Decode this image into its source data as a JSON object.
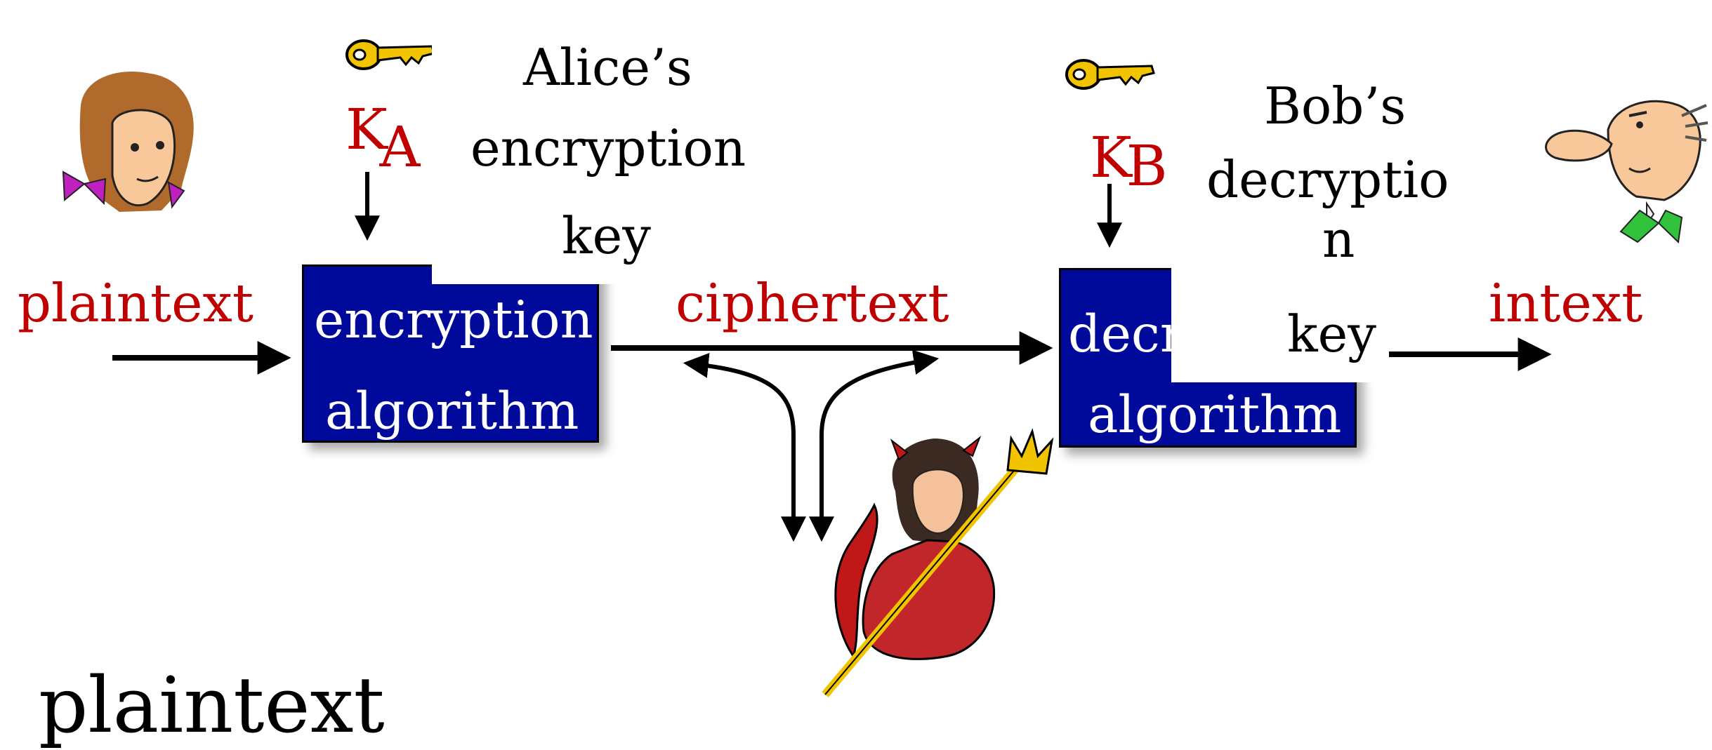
{
  "left": {
    "plaintext_label": "plaintext",
    "key_symbol": "K",
    "key_subscript": "A",
    "key_note_lines": [
      "Alice’s",
      "encryption",
      "key"
    ],
    "box_lines": [
      "encryption",
      "algorithm"
    ]
  },
  "middle": {
    "ciphertext_label": "ciphertext"
  },
  "right": {
    "key_symbol": "K",
    "key_subscript": "B",
    "key_note_lines": [
      "Bob’s",
      "decryptio",
      "n",
      "key"
    ],
    "box_partial_line": "decr",
    "box_line2": "algorithm",
    "plaintext_partial": "intext"
  },
  "bottom": {
    "partial_text": "plaintext"
  },
  "colors": {
    "label_red": "#c00000",
    "box_blue": "#000a9a",
    "key_gold": "#f2c400"
  },
  "icons": [
    "alice-cartoon-icon",
    "key-icon",
    "bob-cartoon-icon",
    "trudy-devil-icon"
  ]
}
